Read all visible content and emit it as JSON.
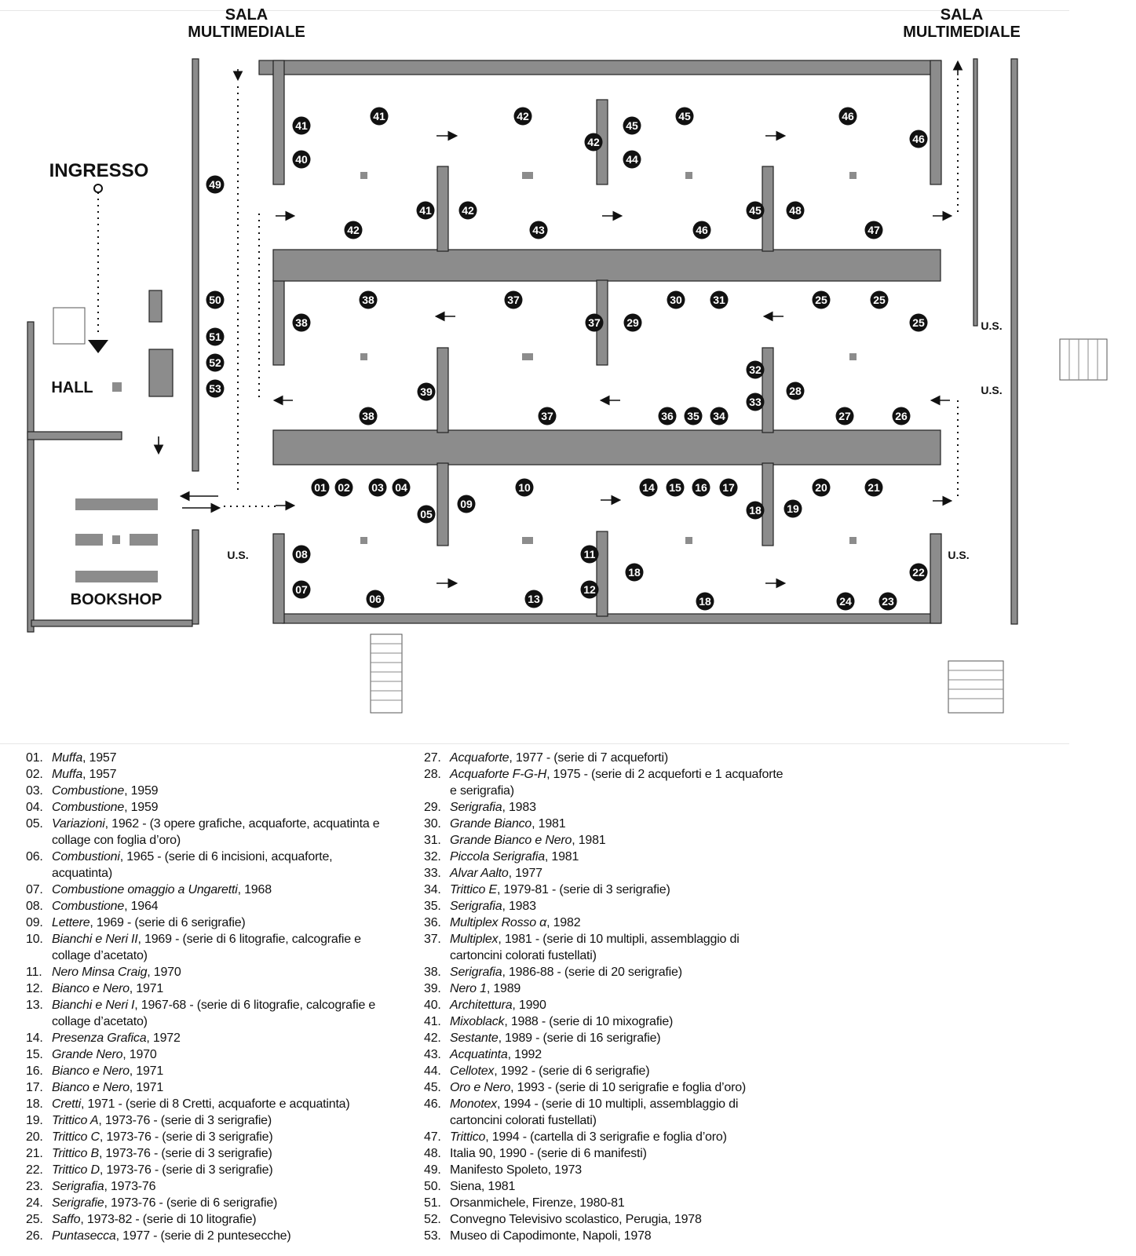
{
  "plan": {
    "labels": {
      "sala_left_1": "SALA",
      "sala_left_2": "MULTIMEDIALE",
      "sala_right_1": "SALA",
      "sala_right_2": "MULTIMEDIALE",
      "ingresso": "INGRESSO",
      "hall": "HALL",
      "bookshop": "BOOKSHOP",
      "us": "U.S."
    },
    "markers": [
      "01",
      "02",
      "03",
      "04",
      "05",
      "06",
      "07",
      "08",
      "09",
      "10",
      "11",
      "12",
      "13",
      "14",
      "15",
      "16",
      "17",
      "18",
      "18",
      "18",
      "19",
      "20",
      "21",
      "22",
      "23",
      "24",
      "25",
      "25",
      "25",
      "26",
      "27",
      "28",
      "29",
      "30",
      "31",
      "32",
      "33",
      "34",
      "35",
      "36",
      "37",
      "37",
      "37",
      "38",
      "38",
      "38",
      "39",
      "40",
      "41",
      "41",
      "41",
      "42",
      "42",
      "42",
      "42",
      "43",
      "44",
      "45",
      "45",
      "45",
      "46",
      "46",
      "46",
      "47",
      "48",
      "49",
      "50",
      "51",
      "52",
      "53"
    ],
    "colors": {
      "wall": "#8c8c8c",
      "wall_edge": "#222222",
      "marker": "#111111"
    }
  },
  "legend": [
    {
      "n": "01.",
      "t": "Muffa",
      "r": ", 1957"
    },
    {
      "n": "02.",
      "t": "Muffa",
      "r": ", 1957"
    },
    {
      "n": "03.",
      "t": "Combustione",
      "r": ", 1959"
    },
    {
      "n": "04.",
      "t": "Combustione",
      "r": ", 1959"
    },
    {
      "n": "05.",
      "t": "Variazioni",
      "r": ", 1962 - (3 opere grafiche, acquaforte, acquatinta e collage con foglia d’oro)"
    },
    {
      "n": "06.",
      "t": "Combustioni",
      "r": ", 1965 - (serie di 6 incisioni, acquaforte, acquatinta)"
    },
    {
      "n": "07.",
      "t": "Combustione omaggio a Ungaretti",
      "r": ", 1968"
    },
    {
      "n": "08.",
      "t": "Combustione",
      "r": ", 1964"
    },
    {
      "n": "09.",
      "t": "Lettere",
      "r": ", 1969 - (serie di 6 serigrafie)"
    },
    {
      "n": "10.",
      "t": "Bianchi e Neri II",
      "r": ", 1969 - (serie di 6 litografie, calcografie e collage d’acetato)"
    },
    {
      "n": "11.",
      "t": "Nero Minsa Craig",
      "r": ", 1970"
    },
    {
      "n": "12.",
      "t": "Bianco e Nero",
      "r": ", 1971"
    },
    {
      "n": "13.",
      "t": "Bianchi e Neri I",
      "r": ", 1967-68 - (serie di 6 litografie, calcografie e collage d’acetato)"
    },
    {
      "n": "14.",
      "t": "Presenza Grafica",
      "r": ", 1972"
    },
    {
      "n": "15.",
      "t": "Grande Nero",
      "r": ", 1970"
    },
    {
      "n": "16.",
      "t": "Bianco e Nero",
      "r": ", 1971"
    },
    {
      "n": "17.",
      "t": "Bianco e Nero",
      "r": ", 1971"
    },
    {
      "n": "18.",
      "t": "Cretti",
      "r": ", 1971 - (serie di 8 Cretti, acquaforte e acquatinta)"
    },
    {
      "n": "19.",
      "t": "Trittico A",
      "r": ", 1973-76 - (serie di 3 serigrafie)"
    },
    {
      "n": "20.",
      "t": "Trittico C",
      "r": ", 1973-76 - (serie di 3 serigrafie)"
    },
    {
      "n": "21.",
      "t": "Trittico B",
      "r": ", 1973-76 - (serie di 3 serigrafie)"
    },
    {
      "n": "22.",
      "t": "Trittico D",
      "r": ", 1973-76 - (serie di 3 serigrafie)"
    },
    {
      "n": "23.",
      "t": "Serigrafia",
      "r": ", 1973-76"
    },
    {
      "n": "24.",
      "t": "Serigrafie",
      "r": ", 1973-76 - (serie di 6 serigrafie)"
    },
    {
      "n": "25.",
      "t": "Saffo",
      "r": ", 1973-82 - (serie di 10 litografie)"
    },
    {
      "n": "26.",
      "t": "Puntasecca",
      "r": ", 1977 - (serie di 2 puntesecche)"
    },
    {
      "n": "27.",
      "t": "Acquaforte",
      "r": ", 1977 - (serie di 7 acqueforti)"
    },
    {
      "n": "28.",
      "t": "Acquaforte F-G-H",
      "r": ", 1975 - (serie di 2 acqueforti e 1 acquaforte e serigrafia)"
    },
    {
      "n": "29.",
      "t": "Serigrafia",
      "r": ", 1983"
    },
    {
      "n": "30.",
      "t": "Grande Bianco",
      "r": ", 1981"
    },
    {
      "n": "31.",
      "t": "Grande Bianco e Nero",
      "r": ", 1981"
    },
    {
      "n": "32.",
      "t": "Piccola Serigrafia",
      "r": ", 1981"
    },
    {
      "n": "33.",
      "t": "Alvar Aalto",
      "r": ", 1977"
    },
    {
      "n": "34.",
      "t": "Trittico E",
      "r": ", 1979-81 - (serie di 3 serigrafie)"
    },
    {
      "n": "35.",
      "t": "Serigrafia",
      "r": ", 1983"
    },
    {
      "n": "36.",
      "t": "Multiplex Rosso α",
      "r": ", 1982"
    },
    {
      "n": "37.",
      "t": "Multiplex",
      "r": ", 1981 - (serie di 10 multipli, assemblaggio di cartoncini colorati fustellati)"
    },
    {
      "n": "38.",
      "t": "Serigrafia",
      "r": ", 1986-88 - (serie di 20 serigrafie)"
    },
    {
      "n": "39.",
      "t": "Nero 1",
      "r": ", 1989"
    },
    {
      "n": "40.",
      "t": "Architettura",
      "r": ", 1990"
    },
    {
      "n": "41.",
      "t": "Mixoblack",
      "r": ", 1988 - (serie di 10 mixografie)"
    },
    {
      "n": "42.",
      "t": "Sestante",
      "r": ", 1989 - (serie di 16 serigrafie)"
    },
    {
      "n": "43.",
      "t": "Acquatinta",
      "r": ", 1992"
    },
    {
      "n": "44.",
      "t": "Cellotex",
      "r": ", 1992 - (serie di 6 serigrafie)"
    },
    {
      "n": "45.",
      "t": "Oro e Nero",
      "r": ", 1993 - (serie di 10 serigrafie e foglia d’oro)"
    },
    {
      "n": "46.",
      "t": "Monotex",
      "r": ", 1994 - (serie di 10 multipli, assemblaggio di cartoncini colorati fustellati)"
    },
    {
      "n": "47.",
      "t": "Trittico",
      "r": ", 1994 - (cartella di 3 serigrafie e foglia d’oro)"
    },
    {
      "n": "48.",
      "t": "",
      "r": "Italia 90, 1990 - (serie di 6 manifesti)"
    },
    {
      "n": "49.",
      "t": "",
      "r": "Manifesto Spoleto, 1973"
    },
    {
      "n": "50.",
      "t": "",
      "r": "Siena, 1981"
    },
    {
      "n": "51.",
      "t": "",
      "r": "Orsanmichele, Firenze, 1980-81"
    },
    {
      "n": "52.",
      "t": "",
      "r": "Convegno Televisivo scolastico, Perugia, 1978"
    },
    {
      "n": "53.",
      "t": "",
      "r": "Museo di Capodimonte, Napoli, 1978"
    }
  ]
}
